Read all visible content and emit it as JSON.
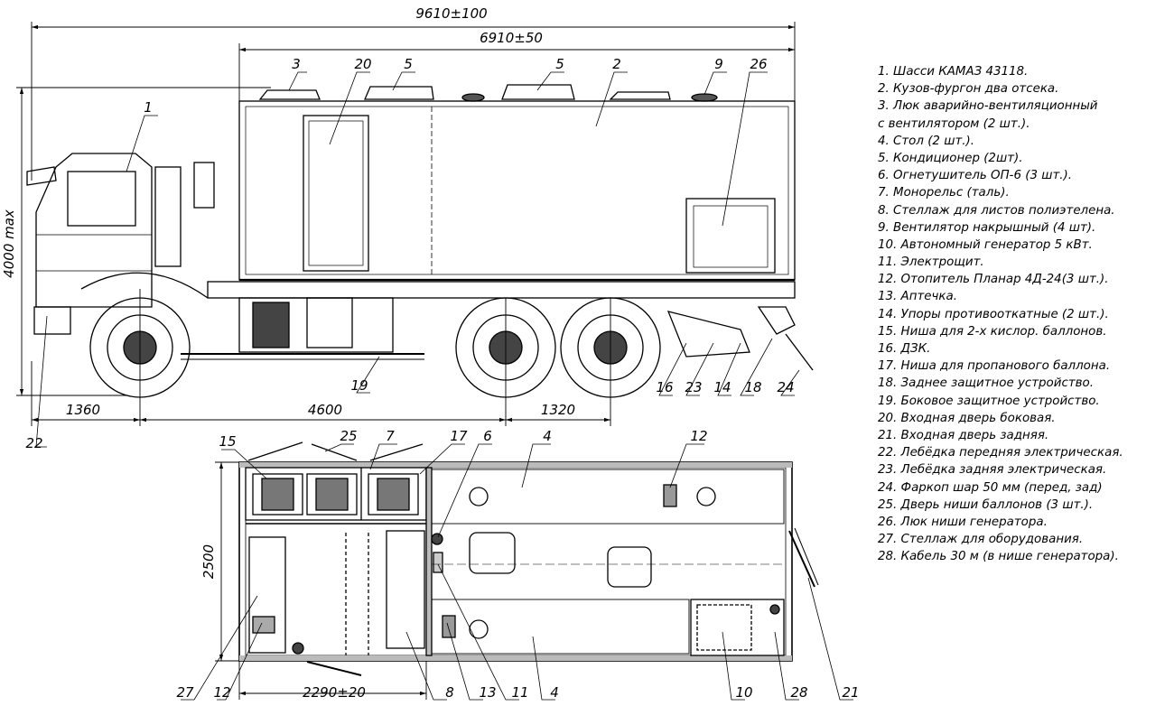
{
  "dimensions": {
    "overall_length": "9610±100",
    "body_length": "6910±50",
    "height": "4000 max",
    "front_overhang": "1360",
    "wheelbase": "4600",
    "rear_axle_spacing": "1320",
    "body_width": "2500",
    "compartment_length": "2290±20"
  },
  "side_callouts": {
    "c1": "1",
    "c3": "3",
    "c20": "20",
    "c5a": "5",
    "c5b": "5",
    "c2": "2",
    "c9": "9",
    "c26": "26",
    "c19": "19",
    "c16": "16",
    "c23": "23",
    "c14": "14",
    "c18": "18",
    "c24": "24",
    "c22": "22"
  },
  "plan_callouts": {
    "c15": "15",
    "c25": "25",
    "c7": "7",
    "c17": "17",
    "c6": "6",
    "c4a": "4",
    "c12a": "12",
    "c27": "27",
    "c12b": "12",
    "c8": "8",
    "c13": "13",
    "c11": "11",
    "c4b": "4",
    "c10": "10",
    "c28": "28",
    "c21": "21"
  },
  "legend": [
    "1. Шасси КАМАЗ 43118.",
    "2. Кузов-фургон два отсека.",
    "3. Люк аварийно-вентиляционный",
    "с вентилятором (2 шт.).",
    "4. Стол (2 шт.).",
    "5. Кондиционер (2шт).",
    "6. Огнетушитель ОП-6 (3 шт.).",
    "7. Монорельс (таль).",
    "8. Стеллаж для листов полиэтелена.",
    "9. Вентилятор накрышный (4 шт).",
    "10. Автономный генератор 5 кВт.",
    "11. Электрощит.",
    "12. Отопитель Планар 4Д-24(3 шт.).",
    "13. Аптечка.",
    "14. Упоры противооткатные (2 шт.).",
    "15. Ниша для 2-х кислор. баллонов.",
    "16. ДЗК.",
    "17. Ниша для пропанового баллона.",
    "18. Заднее защитное устройство.",
    "19. Боковое защитное устройство.",
    "20. Входная дверь боковая.",
    "21. Входная дверь задняя.",
    "22. Лебёдка передняя электрическая.",
    "23. Лебёдка задняя электрическая.",
    "24. Фаркоп шар 50 мм (перед, зад)",
    "25. Дверь ниши баллонов (3 шт.).",
    "26. Люк ниши генератора.",
    "27. Стеллаж для оборудования.",
    "28. Кабель 30 м (в нише генератора)."
  ]
}
